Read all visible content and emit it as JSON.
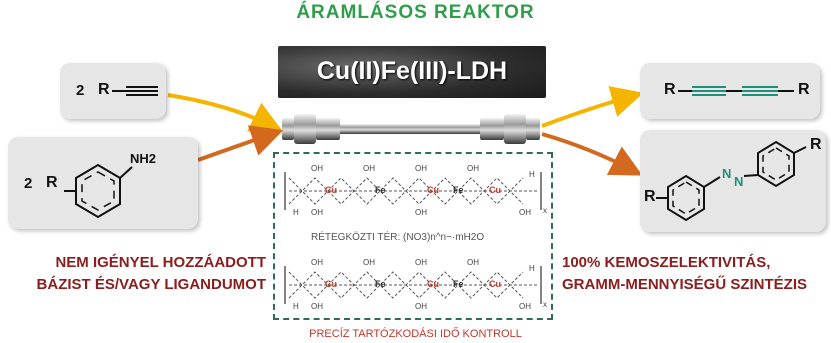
{
  "title": "ÁRAMLÁSOS REAKTOR",
  "catalyst": "Cu(II)Fe(III)-LDH",
  "reactants": {
    "alkyne": {
      "coefficient": "2",
      "group": "R"
    },
    "aniline": {
      "coefficient": "2",
      "group": "R",
      "substituent": "NH2"
    }
  },
  "products": {
    "diyne": {
      "left": "R",
      "right": "R"
    },
    "azo": {
      "left": "R",
      "right": "R",
      "n1": "N",
      "n2": "N"
    }
  },
  "ldh": {
    "metal_cu": "Cu",
    "metal_fe": "Fe",
    "oh": "OH",
    "h": "H",
    "x": "x",
    "interlayer_label": "RÉTEGKÖZTI TÉR: (NO3)n^n−·mH2O"
  },
  "left_note": [
    "NEM IGÉNYEL HOZZÁADOTT",
    "BÁZIST ÉS/VAGY LIGANDUMOT"
  ],
  "right_note": [
    "100% KEMOSZELEKTIVITÁS,",
    "GRAMM-MENNYISÉGŰ SZINTÉZIS"
  ],
  "footer": "PRECÍZ TARTÓZKODÁSI IDŐ KONTROLL",
  "colors": {
    "title_green": "#2f9e4a",
    "arrow_yellow": "#f4b400",
    "arrow_orange": "#d2691e",
    "text_red": "#8b1d1d",
    "cu_red": "#c0392b",
    "triple_bond_teal": "#1f8f7a",
    "azo_n_teal": "#1f8f7a"
  },
  "icons": [
    "reactor-column-icon"
  ]
}
